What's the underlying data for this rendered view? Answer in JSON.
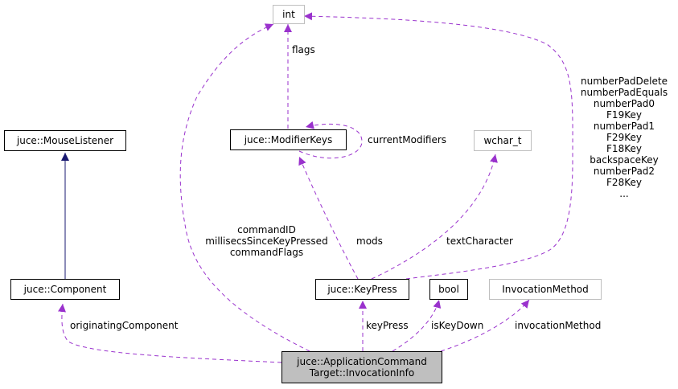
{
  "nodes": {
    "int": "int",
    "modifier_keys": "juce::ModifierKeys",
    "wchar_t": "wchar_t",
    "mouse_listener": "juce::MouseListener",
    "component": "juce::Component",
    "key_press": "juce::KeyPress",
    "bool": "bool",
    "invocation_method": "InvocationMethod",
    "focus_line1": "juce::ApplicationCommand",
    "focus_line2": "Target::InvocationInfo"
  },
  "edge_labels": {
    "flags": "flags",
    "current_modifiers": "currentModifiers",
    "mods": "mods",
    "text_character": "textCharacter",
    "command_id_list": [
      "commandID",
      "millisecsSinceKeyPressed",
      "commandFlags"
    ],
    "keypad_list": [
      "numberPadDelete",
      "numberPadEquals",
      "numberPad0",
      "F19Key",
      "numberPad1",
      "F29Key",
      "F18Key",
      "backspaceKey",
      "numberPad2",
      "F28Key",
      "..."
    ],
    "originating_component": "originatingComponent",
    "key_press": "keyPress",
    "is_key_down": "isKeyDown",
    "invocation_method": "invocationMethod"
  },
  "colors": {
    "usage_edge": "#9a32cd",
    "inheritance_edge": "#191970",
    "gray_border": "#bfbfbf",
    "focus_fill": "#bfbfbf"
  }
}
